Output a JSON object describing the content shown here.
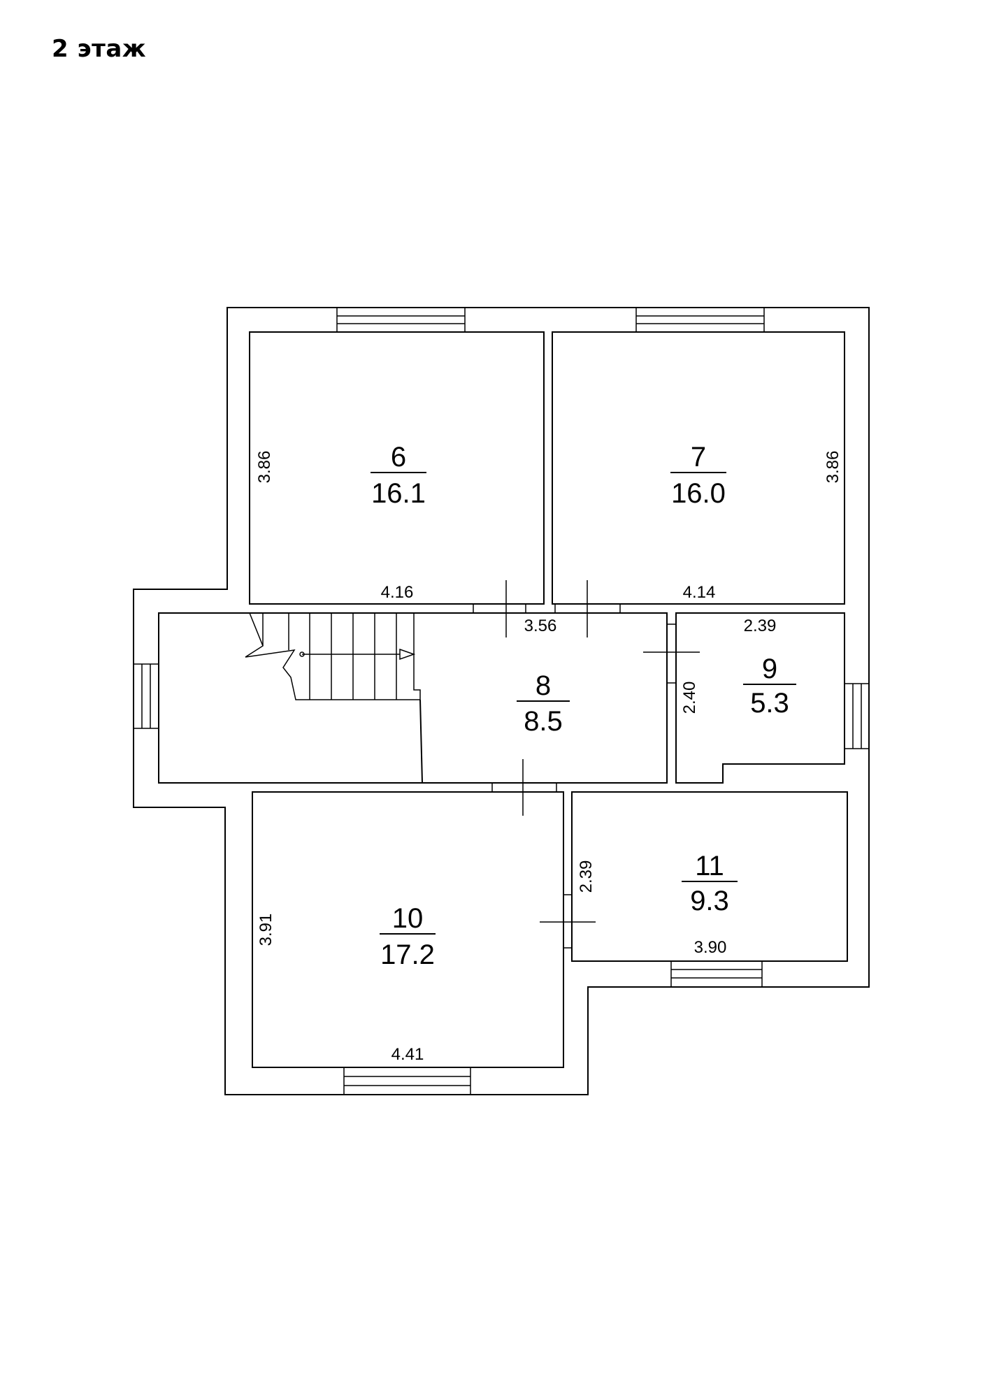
{
  "title": "2 этаж",
  "rooms": [
    {
      "id": "room-6",
      "number": "6",
      "area": "16.1"
    },
    {
      "id": "room-7",
      "number": "7",
      "area": "16.0"
    },
    {
      "id": "room-8",
      "number": "8",
      "area": "8.5"
    },
    {
      "id": "room-9",
      "number": "9",
      "area": "5.3"
    },
    {
      "id": "room-10",
      "number": "10",
      "area": "17.2"
    },
    {
      "id": "room-11",
      "number": "11",
      "area": "9.3"
    }
  ],
  "dimensions": {
    "room6_height": "3.86",
    "room6_width": "4.16",
    "room7_height": "3.86",
    "room7_width": "4.14",
    "room8_width": "3.56",
    "room9_width": "2.39",
    "room9_height": "2.40",
    "room10_height": "3.91",
    "room10_width": "4.41",
    "room11_height": "2.39",
    "room11_width": "3.90"
  }
}
